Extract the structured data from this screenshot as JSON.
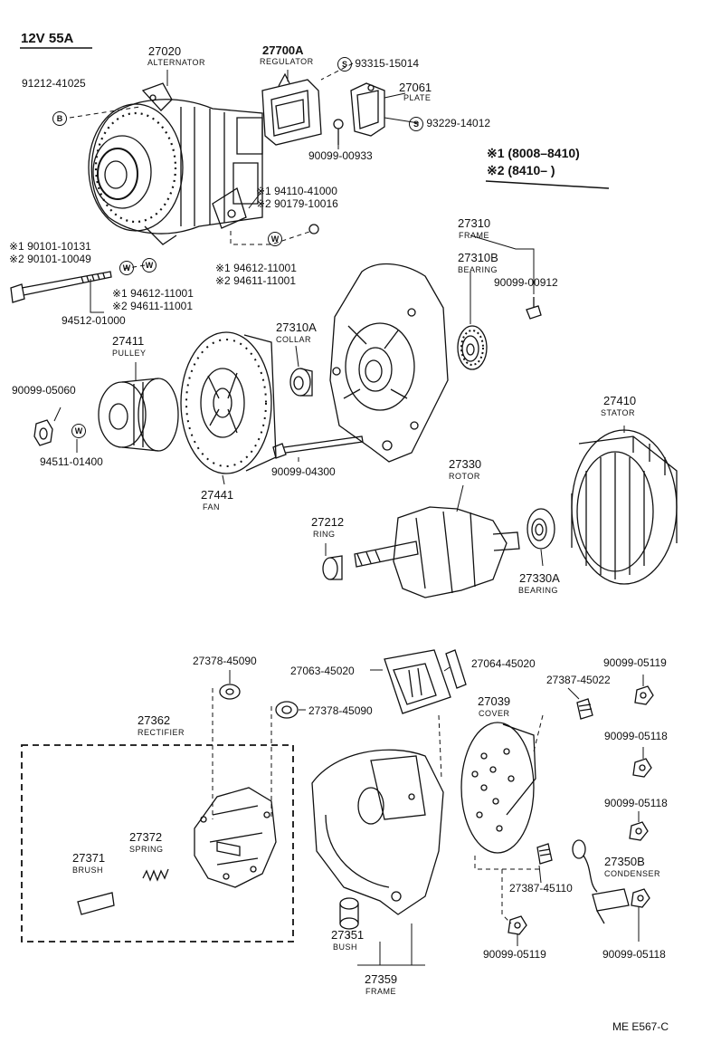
{
  "header": {
    "spec": "12V  55A"
  },
  "legend": {
    "note1_mark": "※1",
    "note1_range": "(8008–8410)",
    "note2_mark": "※2",
    "note2_range": "(8410–        )"
  },
  "symbols": {
    "bolt": "B",
    "screw": "S",
    "washer": "W"
  },
  "parts": {
    "alternator": {
      "number": "27020",
      "name": "ALTERNATOR"
    },
    "regulator": {
      "number": "27700A",
      "name": "REGULATOR"
    },
    "plate": {
      "number": "27061",
      "name": "PLATE"
    },
    "screw_93315": "93315-15014",
    "screw_93229": "93229-14012",
    "bolt_91212": "91212-41025",
    "nut_90099_00933": "90099-00933",
    "bolt_n1_94110": "※1 94110-41000",
    "bolt_n2_90179": "※2 90179-10016",
    "bolt_n1_90101": "※1 90101-10131",
    "bolt_n2_90101": "※2 90101-10049",
    "washer_n1_94612_a": "※1 94612-11001",
    "washer_n2_94611_a": "※2 94611-11001",
    "washer_n1_94612_b": "※1 94612-11001",
    "washer_n2_94611_b": "※2 94611-11001",
    "washer_94512": "94512-01000",
    "frame_front": {
      "number": "27310",
      "name": "FRAME"
    },
    "bearing_front": {
      "number": "27310B",
      "name": "BEARING"
    },
    "screw_90099_00912": "90099-00912",
    "collar": {
      "number": "27310A",
      "name": "COLLAR"
    },
    "pulley": {
      "number": "27411",
      "name": "PULLEY"
    },
    "nut_90099_05060": "90099-05060",
    "washer_94511": "94511-01400",
    "fan": {
      "number": "27441",
      "name": "FAN"
    },
    "bolt_90099_04300": "90099-04300",
    "stator": {
      "number": "27410",
      "name": "STATOR"
    },
    "rotor": {
      "number": "27330",
      "name": "ROTOR"
    },
    "ring": {
      "number": "27212",
      "name": "RING"
    },
    "bearing_rear": {
      "number": "27330A",
      "name": "BEARING"
    },
    "insulator_a": "27378-45090",
    "insulator_b": "27378-45090",
    "holder_27063": "27063-45020",
    "part_27064": "27064-45020",
    "nut_90099_05119_a": "90099-05119",
    "terminal_27387_a": "27387-45022",
    "cover": {
      "number": "27039",
      "name": "COVER"
    },
    "nut_90099_05118_a": "90099-05118",
    "nut_90099_05118_b": "90099-05118",
    "rectifier": {
      "number": "27362",
      "name": "RECTIFIER"
    },
    "spring": {
      "number": "27372",
      "name": "SPRING"
    },
    "brush": {
      "number": "27371",
      "name": "BRUSH"
    },
    "terminal_27387_b": "27387-45110",
    "condenser": {
      "number": "27350B",
      "name": "CONDENSER"
    },
    "bush": {
      "number": "27351",
      "name": "BUSH"
    },
    "nut_90099_05119_b": "90099-05119",
    "nut_90099_05118_c": "90099-05118",
    "frame_rear": {
      "number": "27359",
      "name": "FRAME"
    }
  },
  "footer": {
    "code": "ME  E567-C"
  }
}
